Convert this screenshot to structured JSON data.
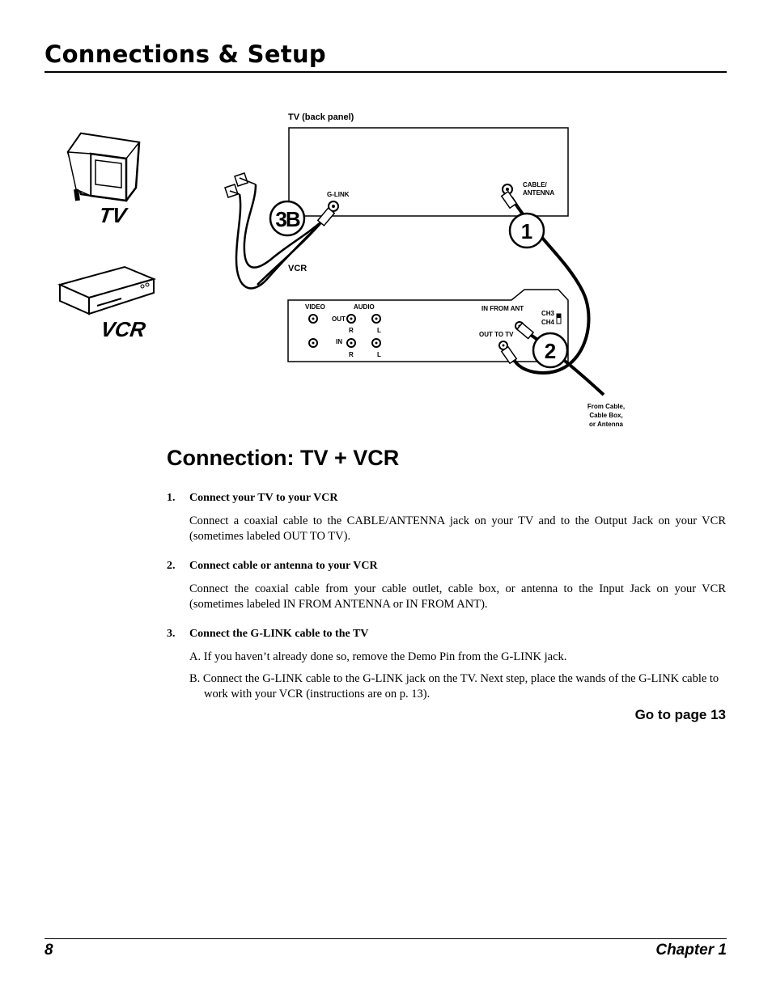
{
  "header": {
    "title": "Connections & Setup"
  },
  "diagram": {
    "tv_icon_label": "TV",
    "vcr_icon_label": "VCR",
    "tv_panel_label": "TV (back panel)",
    "vcr_panel_label": "VCR",
    "glink_label": "G-LINK",
    "cable_antenna_label_1": "CABLE/",
    "cable_antenna_label_2": "ANTENNA",
    "video_label": "VIDEO",
    "audio_label": "AUDIO",
    "out_label": "OUT",
    "in_label": "IN",
    "r_label": "R",
    "l_label": "L",
    "in_from_ant_label": "IN FROM ANT",
    "ch3_label": "CH3",
    "ch4_label": "CH4",
    "out_to_tv_label": "OUT TO TV",
    "callout_3b": "3B",
    "callout_1": "1",
    "callout_2": "2",
    "from_cable_1": "From Cable,",
    "from_cable_2": "Cable Box,",
    "from_cable_3": "or Antenna"
  },
  "section": {
    "title": "Connection: TV + VCR"
  },
  "steps": [
    {
      "num": "1.",
      "heading": "Connect your TV to your VCR",
      "body": "Connect a coaxial cable to the CABLE/ANTENNA jack on your TV and to the Output Jack on your VCR (sometimes labeled OUT TO TV)."
    },
    {
      "num": "2.",
      "heading": "Connect cable or antenna to your VCR",
      "body": "Connect the coaxial cable from your cable outlet, cable box, or antenna to the Input Jack on your VCR (sometimes labeled IN FROM ANTENNA or IN FROM ANT)."
    },
    {
      "num": "3.",
      "heading": "Connect the G-LINK cable to the TV",
      "sub_a": "A. If you haven’t already done so, remove the Demo Pin from the G-LINK jack.",
      "sub_b": "B. Connect the G-LINK cable to the G-LINK jack on the TV. Next step, place the wands of the G-LINK cable to work with your VCR (instructions are on p. 13)."
    }
  ],
  "goto": "Go to page 13",
  "footer": {
    "page_number": "8",
    "chapter": "Chapter 1"
  }
}
